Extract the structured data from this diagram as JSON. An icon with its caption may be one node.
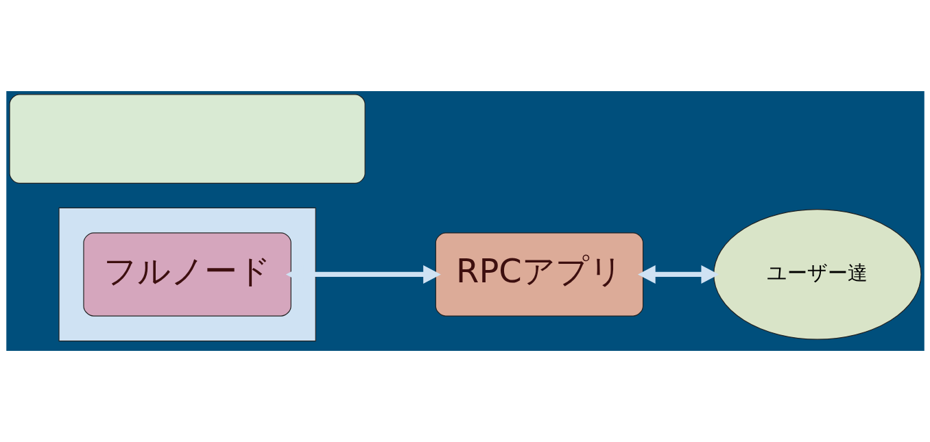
{
  "diagram": {
    "nodes": [
      {
        "text": [],
        "shape": "box"
      },
      {
        "text": [
          "フルノード"
        ],
        "in": 0
      },
      {
        "text": [
          "RPCアプリ"
        ]
      },
      {
        "text": [],
        "shape": "box"
      },
      {
        "text": [
          "ユーザー達"
        ]
      }
    ],
    "edges": [
      {
        "from": 1,
        "to": 2,
        "arrow": "both"
      },
      {
        "from": 2,
        "to": 4,
        "arrow": "both"
      }
    ]
  }
}
